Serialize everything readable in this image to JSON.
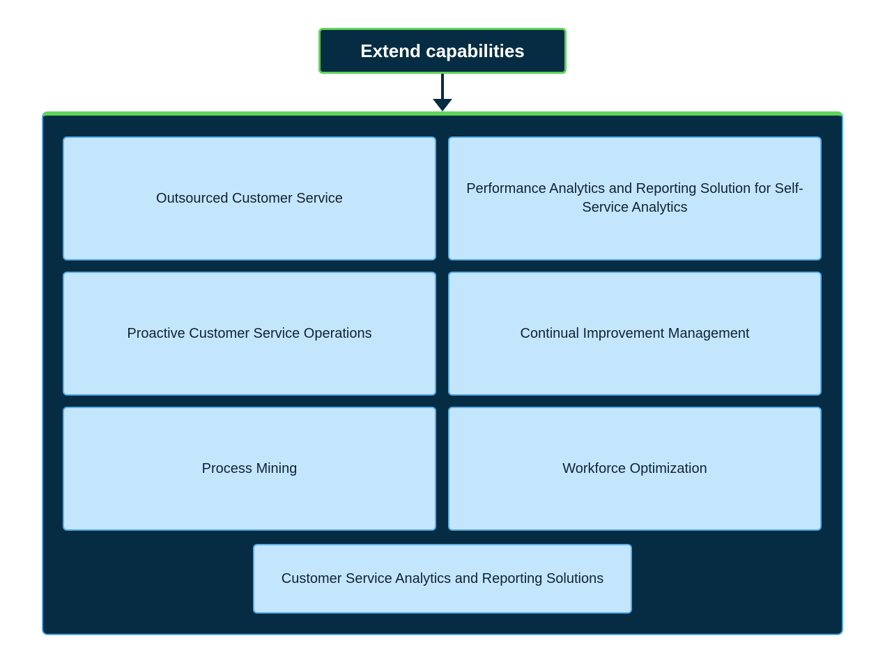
{
  "top_node": {
    "label": "Extend capabilities"
  },
  "container": {
    "items": [
      {
        "label": "Outsourced Customer Service"
      },
      {
        "label": "Performance Analytics and Reporting Solution for Self-Service Analytics"
      },
      {
        "label": "Proactive Customer Service Operations"
      },
      {
        "label": "Continual Improvement Management"
      },
      {
        "label": "Process Mining"
      },
      {
        "label": "Workforce Optimization"
      },
      {
        "label": "Customer Service Analytics and Reporting Solutions"
      }
    ]
  },
  "colors": {
    "node_fill": "#052c42",
    "node_border_accent": "#5fd35a",
    "card_fill": "#c4e6fc",
    "card_border": "#5aaee9"
  }
}
